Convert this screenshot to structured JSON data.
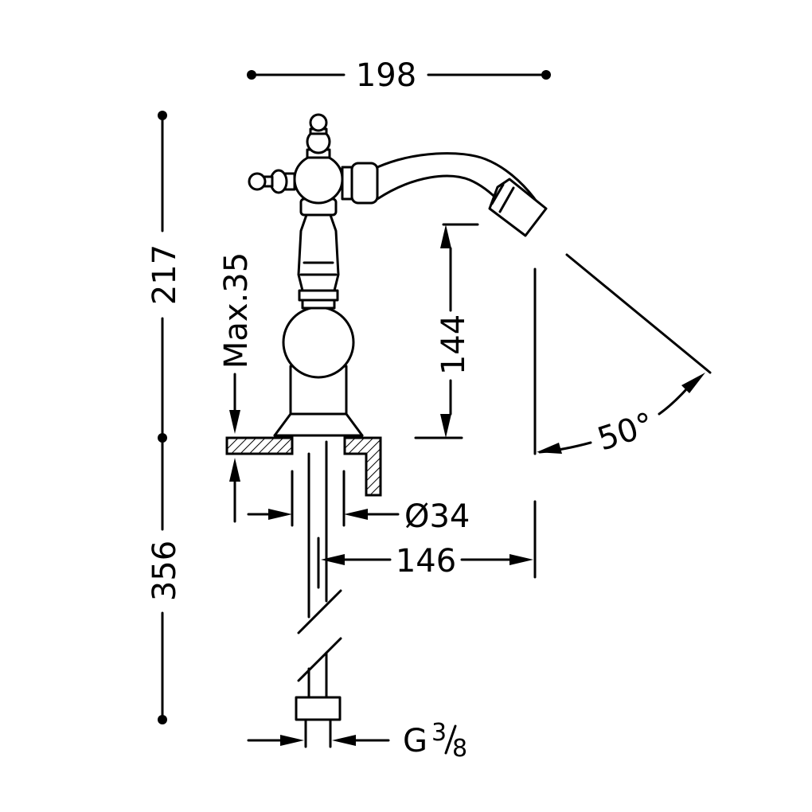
{
  "drawing": {
    "dimensions": {
      "width_total": "198",
      "height_above_deck": "217",
      "height_below_deck": "356",
      "deck_thickness": "Max.35",
      "spout_height": "144",
      "spout_swivel": "50°",
      "hole_diameter": "Ø34",
      "spout_reach": "146",
      "connection_prefix": "G",
      "connection_num": "3",
      "connection_den": "8"
    },
    "colors": {
      "line": "#000000",
      "background": "#ffffff"
    }
  }
}
